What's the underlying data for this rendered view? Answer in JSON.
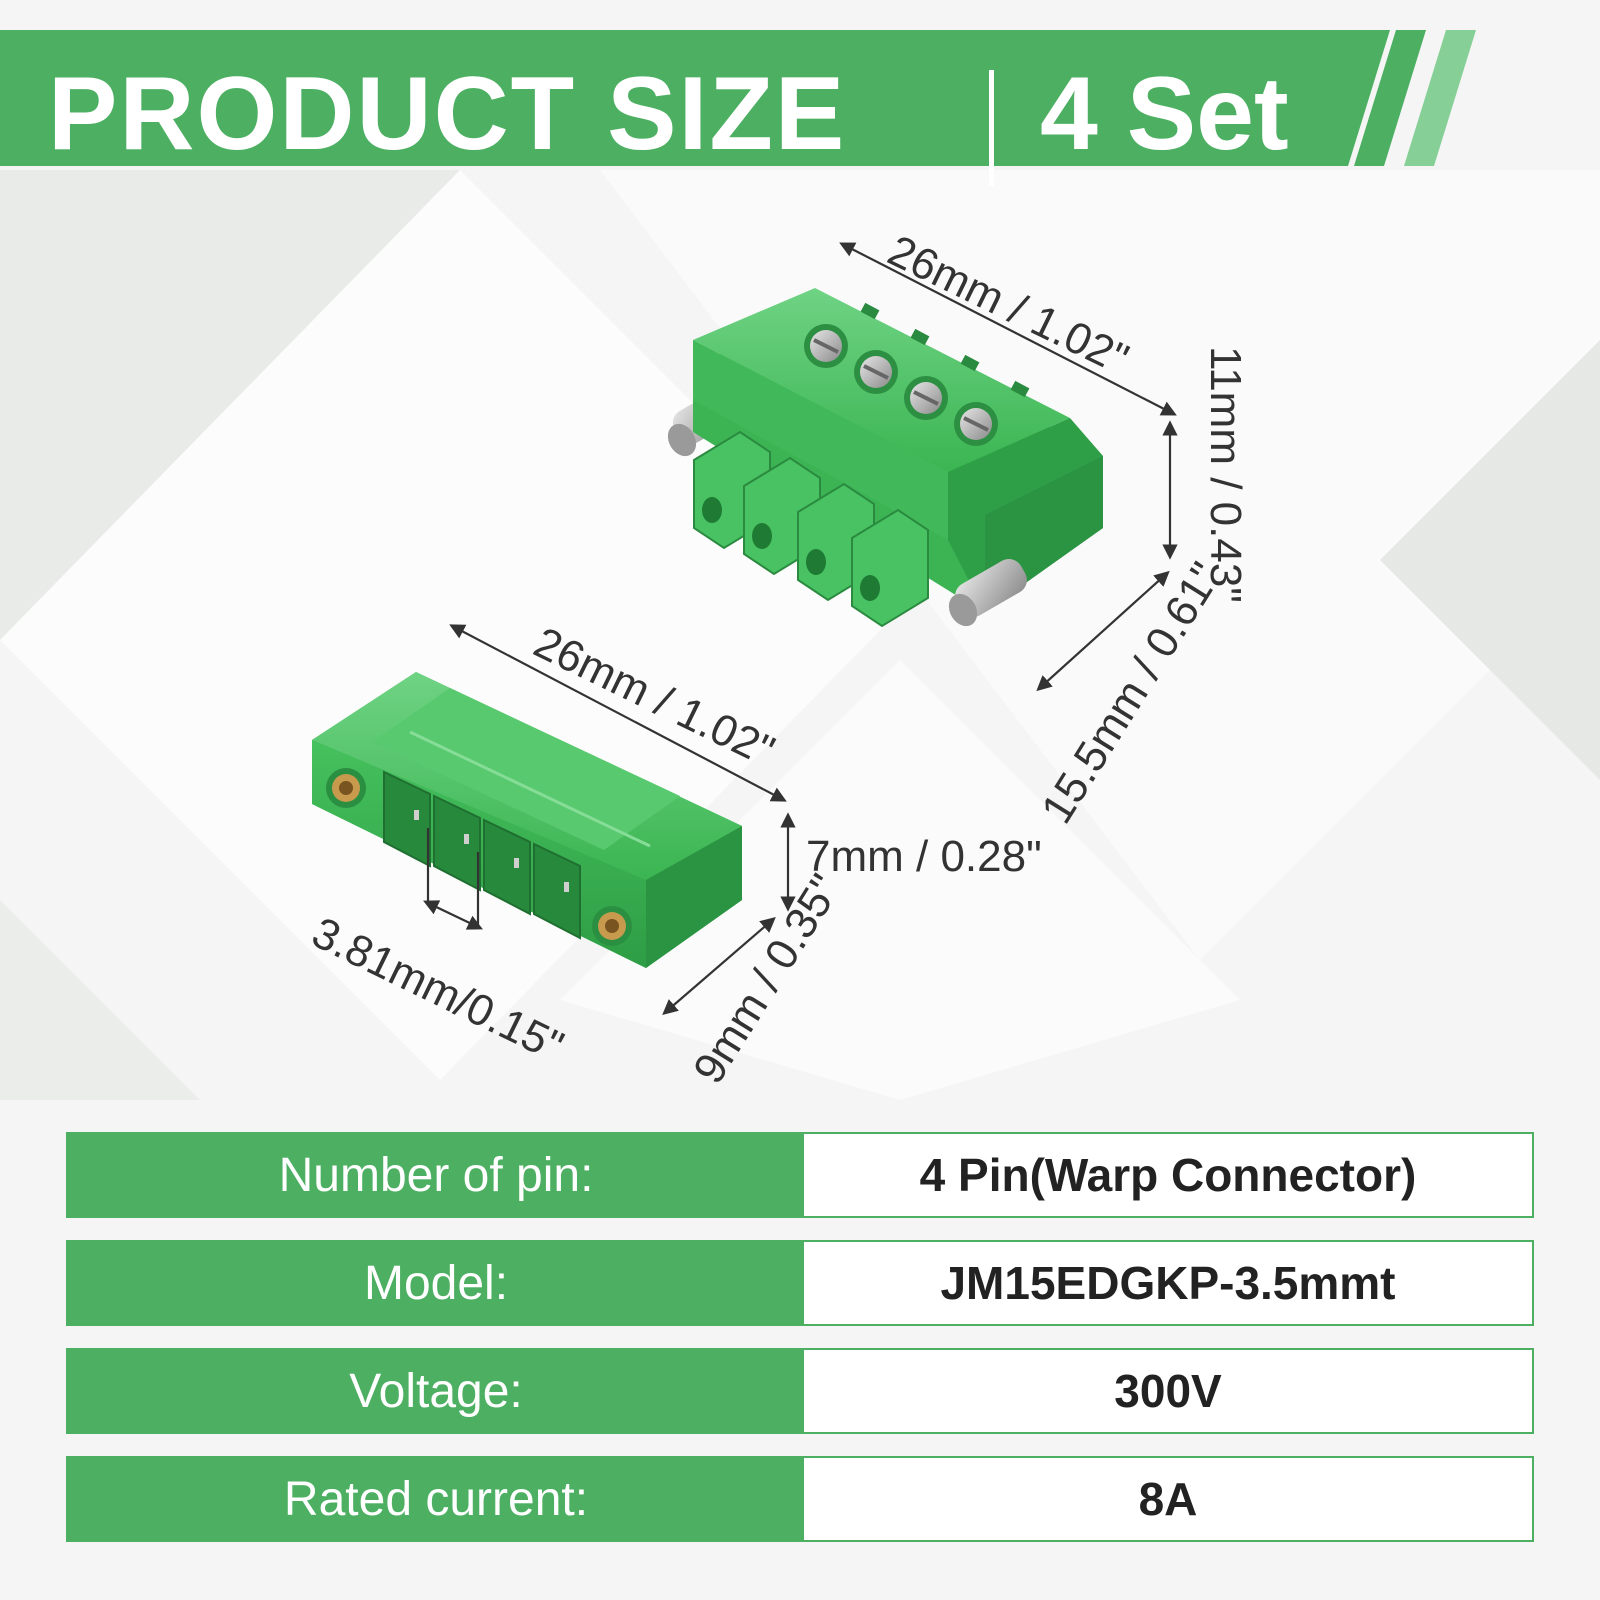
{
  "header": {
    "title": "PRODUCT SIZE",
    "subtitle": "4 Set"
  },
  "colors": {
    "accent": "#4caf62",
    "connector": "#3bbf55",
    "text": "#333333"
  },
  "dimensions": {
    "top_length": "26mm / 1.02\"",
    "top_height": "11mm / 0.43\"",
    "top_depth": "15.5mm / 0.61\"",
    "bottom_length": "26mm / 1.02\"",
    "bottom_height": "7mm / 0.28\"",
    "bottom_depth": "9mm / 0.35\"",
    "pitch": "3.81mm/0.15\""
  },
  "specs": [
    {
      "label": "Number of pin:",
      "value": "4 Pin(Warp Connector)"
    },
    {
      "label": "Model:",
      "value": "JM15EDGKP-3.5mmt"
    },
    {
      "label": "Voltage:",
      "value": "300V"
    },
    {
      "label": "Rated current:",
      "value": "8A"
    }
  ]
}
